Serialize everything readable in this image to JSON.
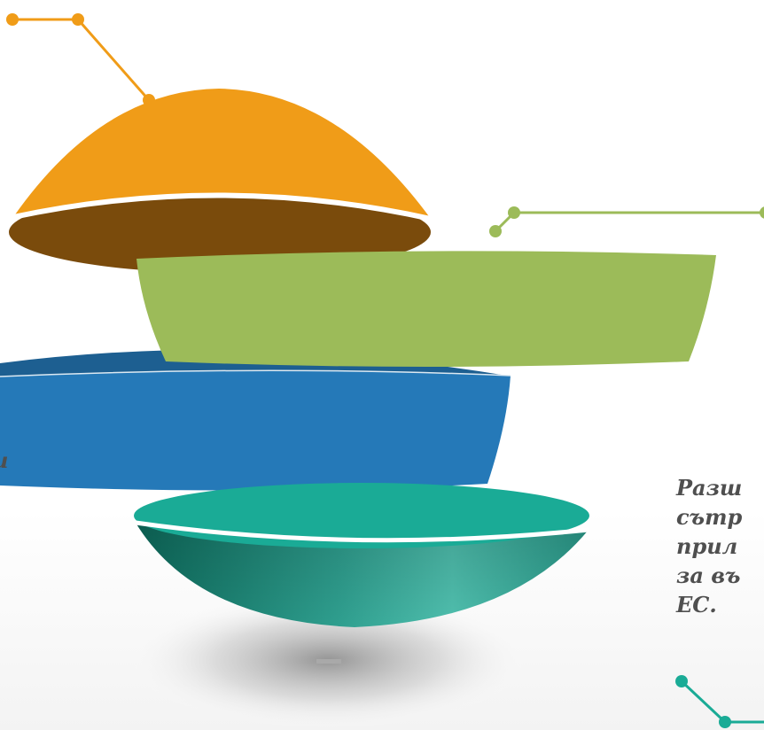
{
  "colors": {
    "orange": "#f09c18",
    "brown": "#7a4b0c",
    "green": "#9cbb59",
    "blue_top": "#1d5f91",
    "blue": "#2579b8",
    "teal_top": "#1aab96",
    "teal_bowl": "#2e9f90",
    "text": "#4f4f4f"
  },
  "text_block": {
    "lines": [
      "Разш",
      "сътр",
      "прил",
      "за въ",
      "ЕС."
    ]
  },
  "left_text": "и"
}
